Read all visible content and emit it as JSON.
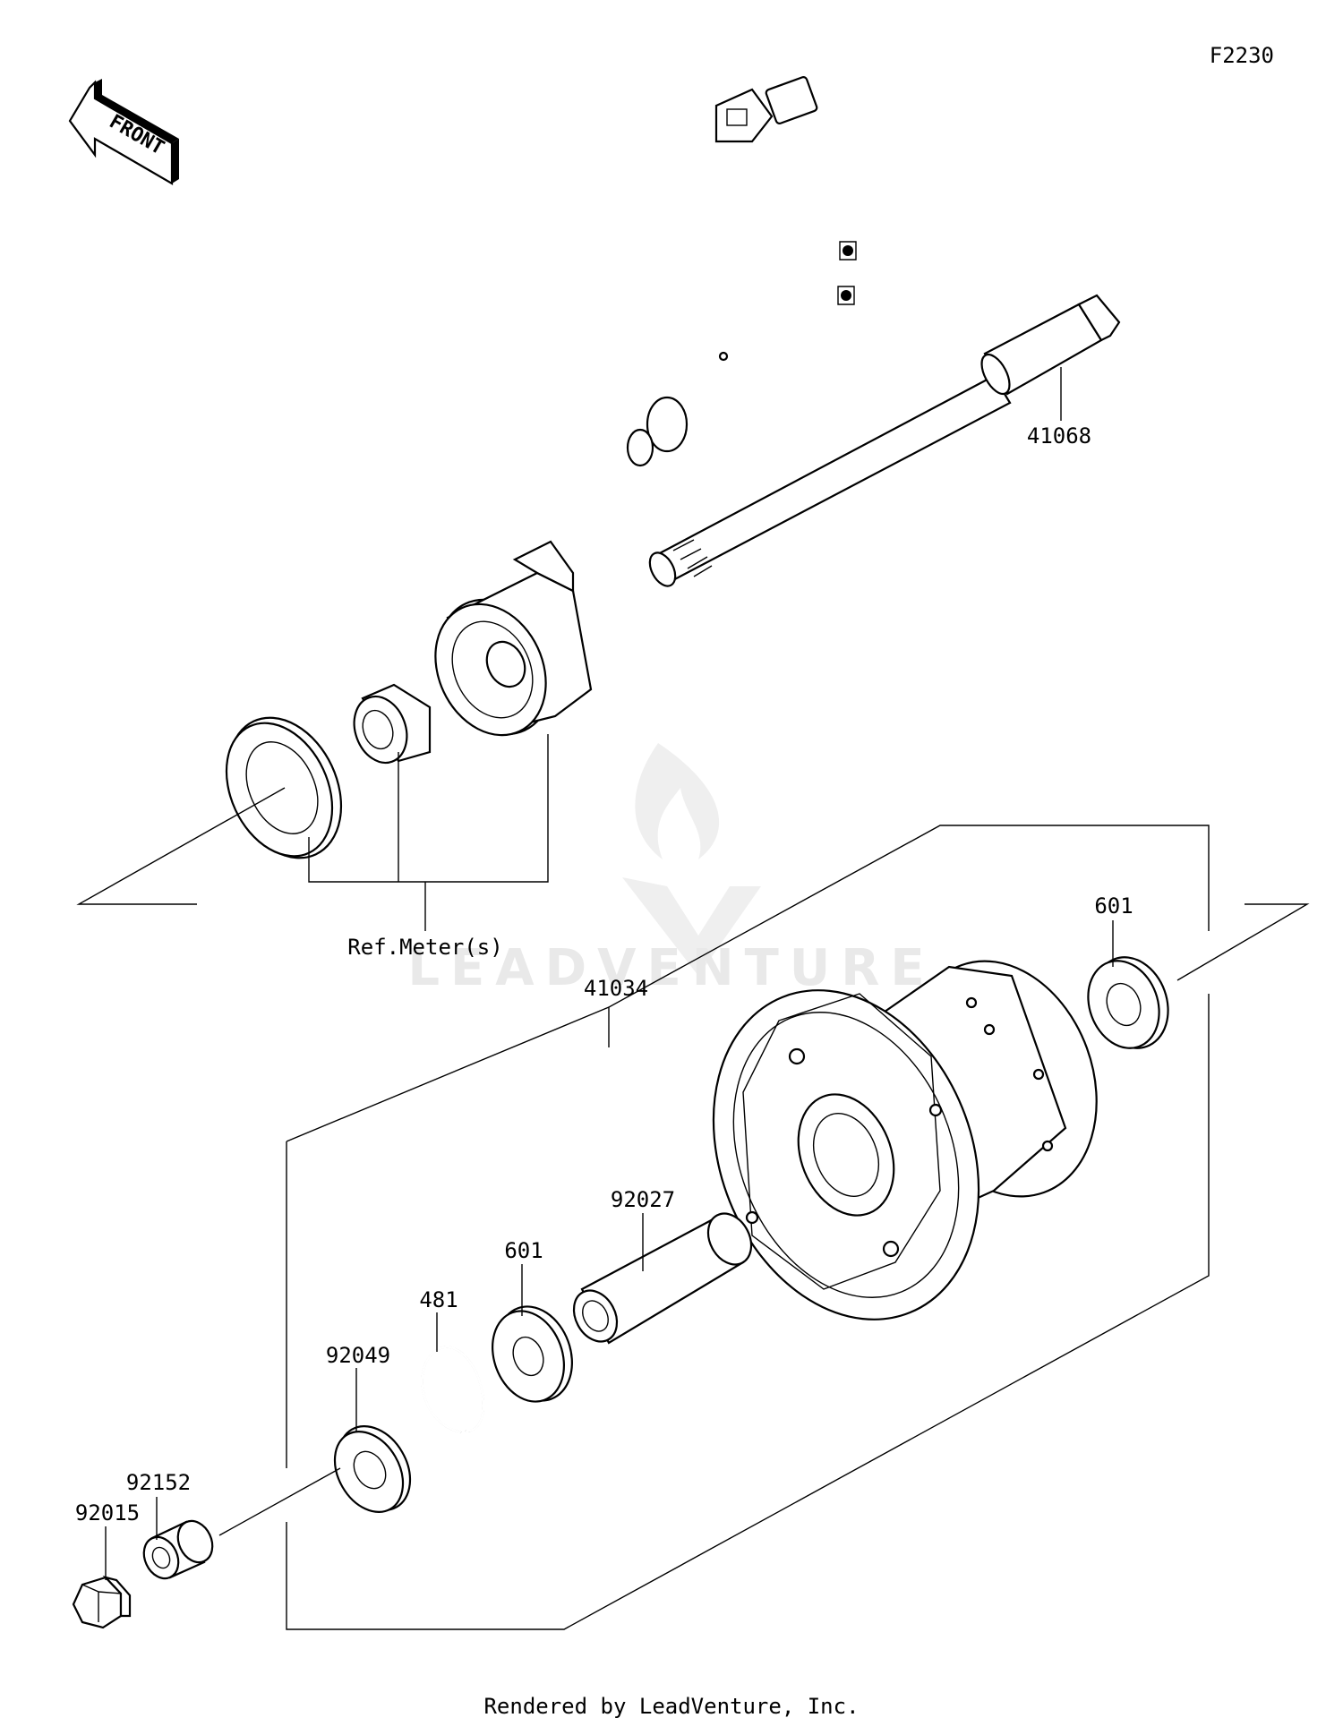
{
  "figure_code": "F2230",
  "front_arrow_label": "FRONT",
  "watermark": "LEADVENTURE",
  "footer": "Rendered by LeadVenture, Inc.",
  "callouts": {
    "axle": "41068",
    "hub": "41034",
    "bearing_right": "601",
    "bearing_left": "601",
    "collar": "92027",
    "circlip": "481",
    "seal": "92049",
    "spacer": "92152",
    "nut": "92015",
    "ref_meter": "Ref.Meter(s)"
  }
}
